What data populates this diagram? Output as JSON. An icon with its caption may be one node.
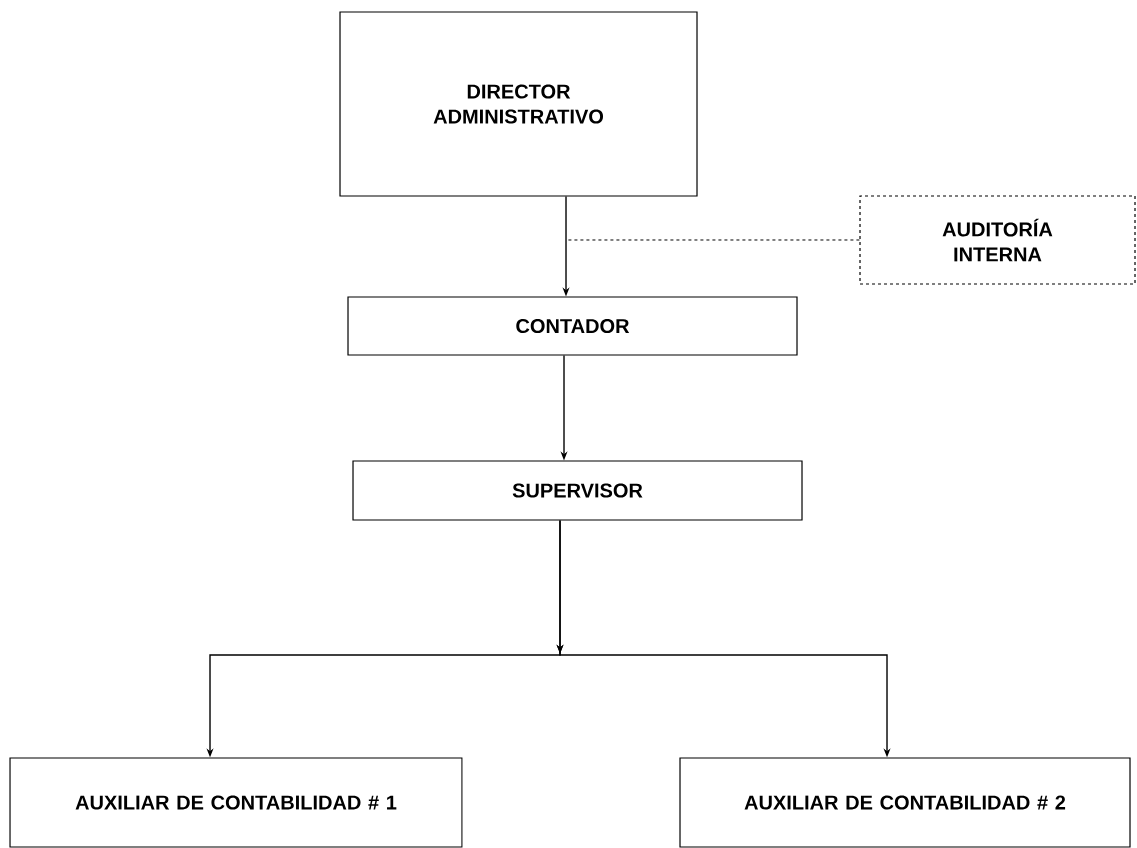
{
  "diagram": {
    "nodes": [
      {
        "text": [
          "DIRECTOR ADMINISTRATIVO"
        ]
      },
      {
        "text": [
          "AUDITORÍA INTERNA"
        ]
      },
      {
        "text": [
          "CONTADOR"
        ]
      },
      {
        "text": [
          "SUPERVISOR"
        ]
      },
      {
        "text": [
          "AUXILIAR DE CONTABILIDAD # 1"
        ]
      },
      {
        "text": [
          "AUXILIAR DE CONTABILIDAD # 2"
        ]
      }
    ],
    "edges": [
      {
        "from": 0,
        "to": 2,
        "arrow": "to"
      },
      {
        "from": 1,
        "to": null,
        "arrow": "none",
        "style": "dashed"
      },
      {
        "from": 2,
        "to": 3,
        "arrow": "to"
      },
      {
        "from": 3,
        "to": 4,
        "arrow": "to"
      },
      {
        "from": 3,
        "to": 5,
        "arrow": "to"
      }
    ]
  }
}
